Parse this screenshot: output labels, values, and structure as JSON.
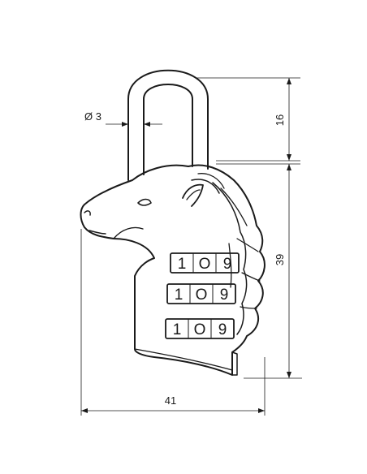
{
  "dimensions": {
    "shackle_diameter": "Ø 3",
    "shackle_height": "16",
    "body_height": "39",
    "body_width": "41"
  },
  "combination_wheels": [
    {
      "digits": [
        "1",
        "O",
        "9"
      ]
    },
    {
      "digits": [
        "1",
        "O",
        "9"
      ]
    },
    {
      "digits": [
        "1",
        "O",
        "9"
      ]
    }
  ]
}
